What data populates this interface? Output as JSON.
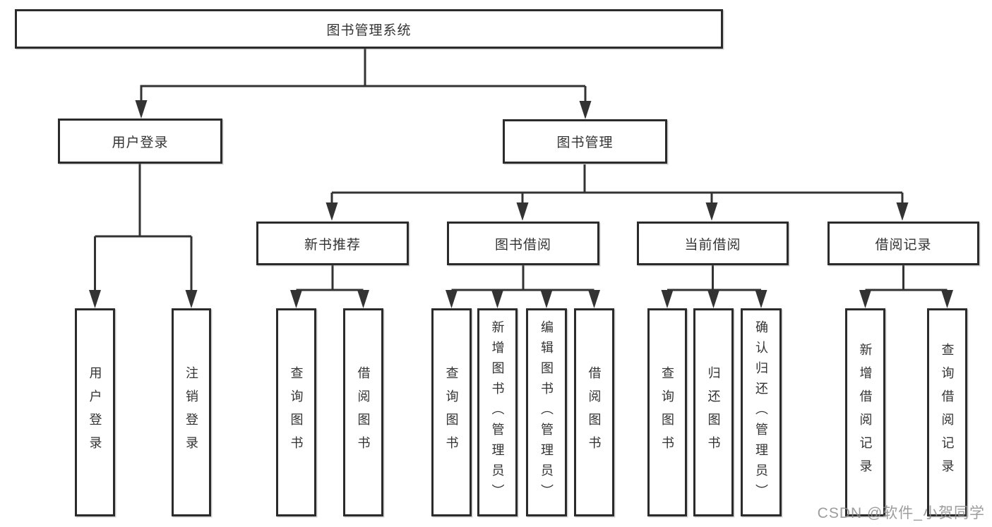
{
  "colors": {
    "background": "#ffffff",
    "line": "#333333",
    "box_border": "#2b2b2b",
    "text": "#333333",
    "watermark": "#8c8c8c"
  },
  "watermark": {
    "text": "CSDN @软件_小贺同学"
  },
  "diagram": {
    "root": {
      "label": "图书管理系统"
    },
    "login": {
      "label": "用户登录",
      "children": [
        {
          "label": "用户登录"
        },
        {
          "label": "注销登录"
        }
      ]
    },
    "management": {
      "label": "图书管理",
      "groups": [
        {
          "label": "新书推荐",
          "children": [
            {
              "label": "查询图书"
            },
            {
              "label": "借阅图书"
            }
          ]
        },
        {
          "label": "图书借阅",
          "children": [
            {
              "label": "查询图书"
            },
            {
              "label": "新增图书（管理员）"
            },
            {
              "label": "编辑图书（管理员）"
            },
            {
              "label": "借阅图书"
            }
          ]
        },
        {
          "label": "当前借阅",
          "children": [
            {
              "label": "查询图书"
            },
            {
              "label": "归还图书"
            },
            {
              "label": "确认归还（管理员）"
            }
          ]
        },
        {
          "label": "借阅记录",
          "children": [
            {
              "label": "新增借阅记录"
            },
            {
              "label": "查询借阅记录"
            }
          ]
        }
      ]
    }
  }
}
